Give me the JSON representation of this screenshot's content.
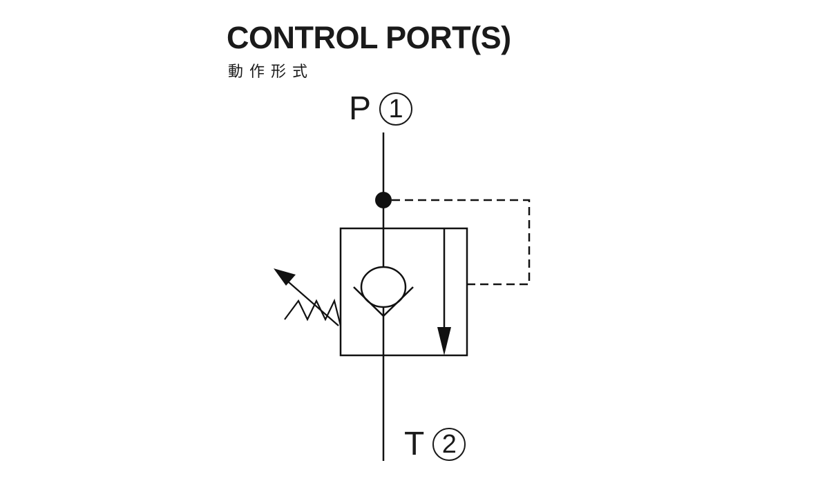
{
  "diagram": {
    "title": "CONTROL PORT(S)",
    "subtitle": "動作形式",
    "ports": [
      {
        "letter": "P",
        "number": "1"
      },
      {
        "letter": "T",
        "number": "2"
      }
    ]
  },
  "colors": {
    "line": "#111111",
    "background": "#ffffff"
  }
}
